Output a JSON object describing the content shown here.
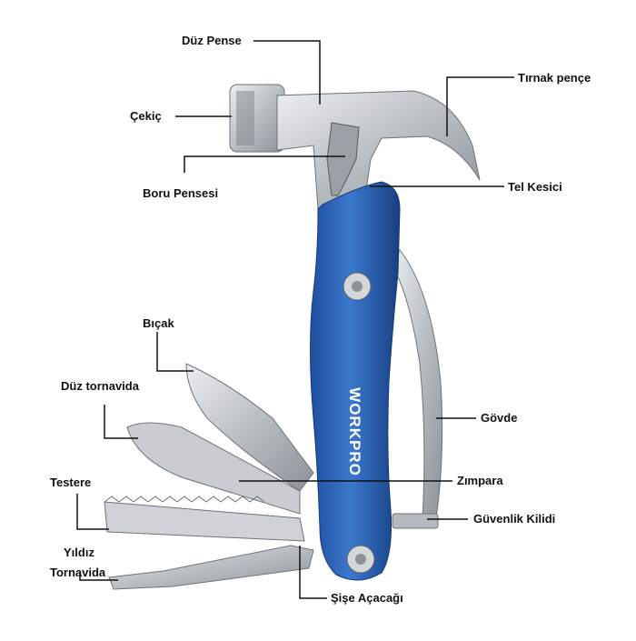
{
  "brand": "WORKPRO",
  "colors": {
    "handle": "#2f63b4",
    "steel": "#c8ccd0",
    "line": "#111111"
  },
  "labels": {
    "duz_pense": "Düz Pense",
    "tirnak_pence": "Tırnak pençe",
    "cekic": "Çekiç",
    "boru_pensesi": "Boru Pensesi",
    "tel_kesici": "Tel Kesici",
    "bicak": "Bıçak",
    "duz_tornavida": "Düz tornavida",
    "govde": "Gövde",
    "testere": "Testere",
    "zimpara": "Zımpara",
    "guvenlik_kilidi": "Güvenlik Kilidi",
    "yildiz_tornavida_1": "Yıldız",
    "yildiz_tornavida_2": "Tornavida",
    "sise_acacagi": "Şişe Açacağı"
  }
}
